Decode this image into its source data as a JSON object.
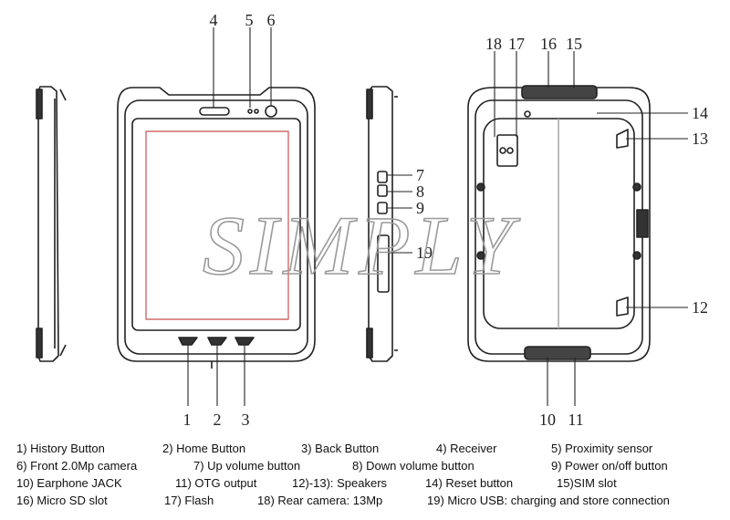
{
  "callouts": [
    "1",
    "2",
    "3",
    "4",
    "5",
    "6",
    "7",
    "8",
    "9",
    "10",
    "11",
    "12",
    "13",
    "14",
    "15",
    "16",
    "17",
    "18",
    "19"
  ],
  "watermark": "SIMPLY",
  "legend": {
    "rows": [
      [
        "1) History Button",
        "2) Home Button",
        "3) Back Button",
        "4) Receiver",
        "5) Proximity sensor"
      ],
      [
        "6) Front 2.0Mp camera",
        "7) Up volume button",
        "8) Down volume button",
        "9) Power on/off button"
      ],
      [
        "10) Earphone JACK",
        "11) OTG output",
        "12)-13): Speakers",
        "14) Reset button",
        "15)SIM slot"
      ],
      [
        "16) Micro SD slot",
        "17) Flash",
        "18) Rear camera: 13Mp",
        "19) Micro USB: charging and store connection"
      ]
    ]
  }
}
